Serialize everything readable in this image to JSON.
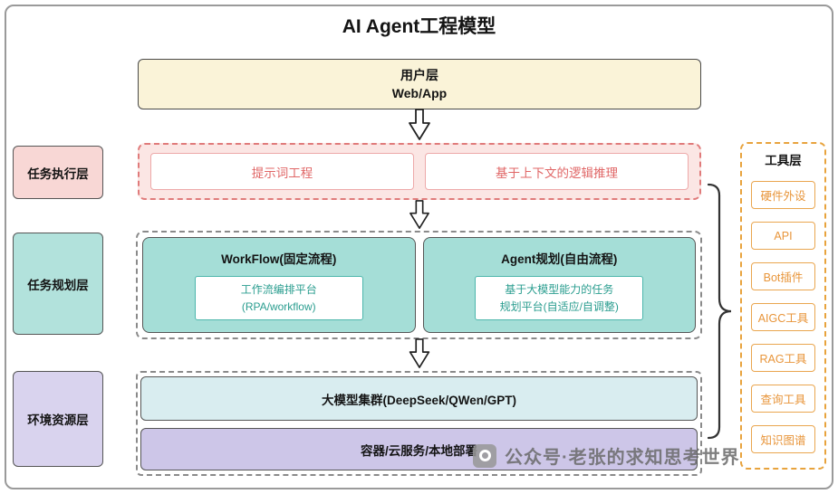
{
  "title": "AI Agent工程模型",
  "user_layer": {
    "title": "用户层",
    "subtitle": "Web/App"
  },
  "execution_layer": {
    "label": "任务执行层",
    "items": [
      "提示词工程",
      "基于上下文的逻辑推理"
    ]
  },
  "planning_layer": {
    "label": "任务规划层",
    "boxes": [
      {
        "title": "WorkFlow(固定流程)",
        "inner": [
          "工作流编排平台",
          "(RPA/workflow)"
        ]
      },
      {
        "title": "Agent规划(自由流程)",
        "inner": [
          "基于大模型能力的任务",
          "规划平台(自适应/自调整)"
        ]
      }
    ]
  },
  "environment_layer": {
    "label": "环境资源层",
    "model_cluster": "大模型集群(DeepSeek/QWen/GPT)",
    "deployment": "容器/云服务/本地部署"
  },
  "tool_layer": {
    "title": "工具层",
    "items": [
      "硬件外设",
      "API",
      "Bot插件",
      "AIGC工具",
      "RAG工具",
      "查询工具",
      "知识图谱"
    ]
  },
  "watermark": {
    "text": "公众号·老张的求知思考世界"
  },
  "colors": {
    "user_fill": "#faf3d8",
    "execution_fill": "#f8d7d5",
    "execution_accent": "#e06666",
    "planning_fill": "#a5ded7",
    "planning_accent": "#2a9d8f",
    "environment_model_fill": "#d9edf0",
    "environment_deploy_fill": "#cdc6e8",
    "tool_accent": "#e8953a"
  }
}
